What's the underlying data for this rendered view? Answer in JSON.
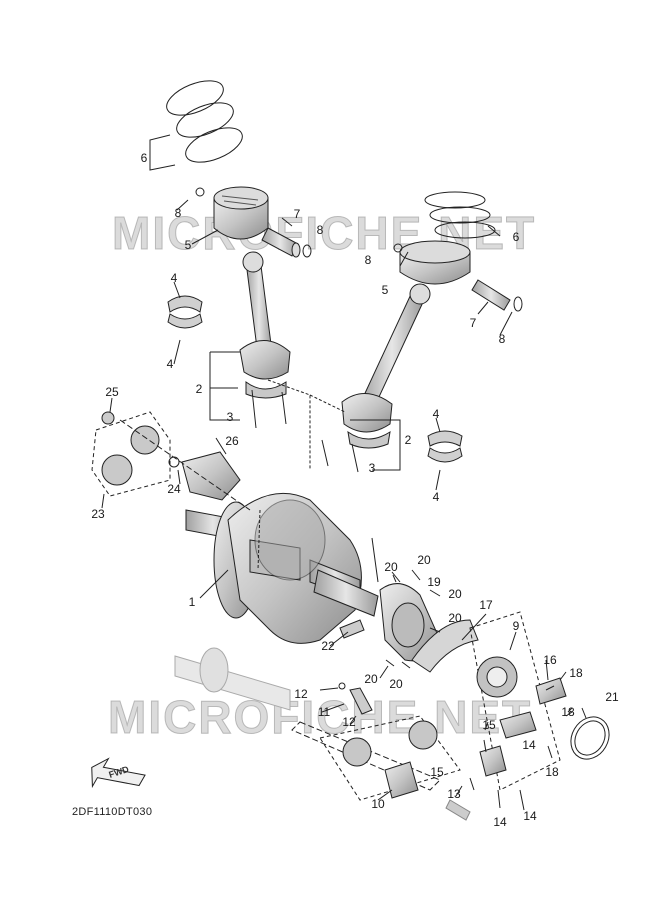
{
  "watermark": "MICROFICHE.NET",
  "diagram_code": "2DF1110DT030",
  "fwd_label": "FWD",
  "callouts": [
    "1",
    "2",
    "3",
    "4",
    "5",
    "6",
    "7",
    "8",
    "9",
    "10",
    "11",
    "12",
    "13",
    "14",
    "15",
    "16",
    "17",
    "18",
    "19",
    "20",
    "21",
    "22",
    "23",
    "24",
    "25",
    "26"
  ],
  "colors": {
    "line": "#222222",
    "part_fill": "#d6d6d6",
    "part_shade": "#9a9a9a",
    "watermark": "#bebebe"
  }
}
